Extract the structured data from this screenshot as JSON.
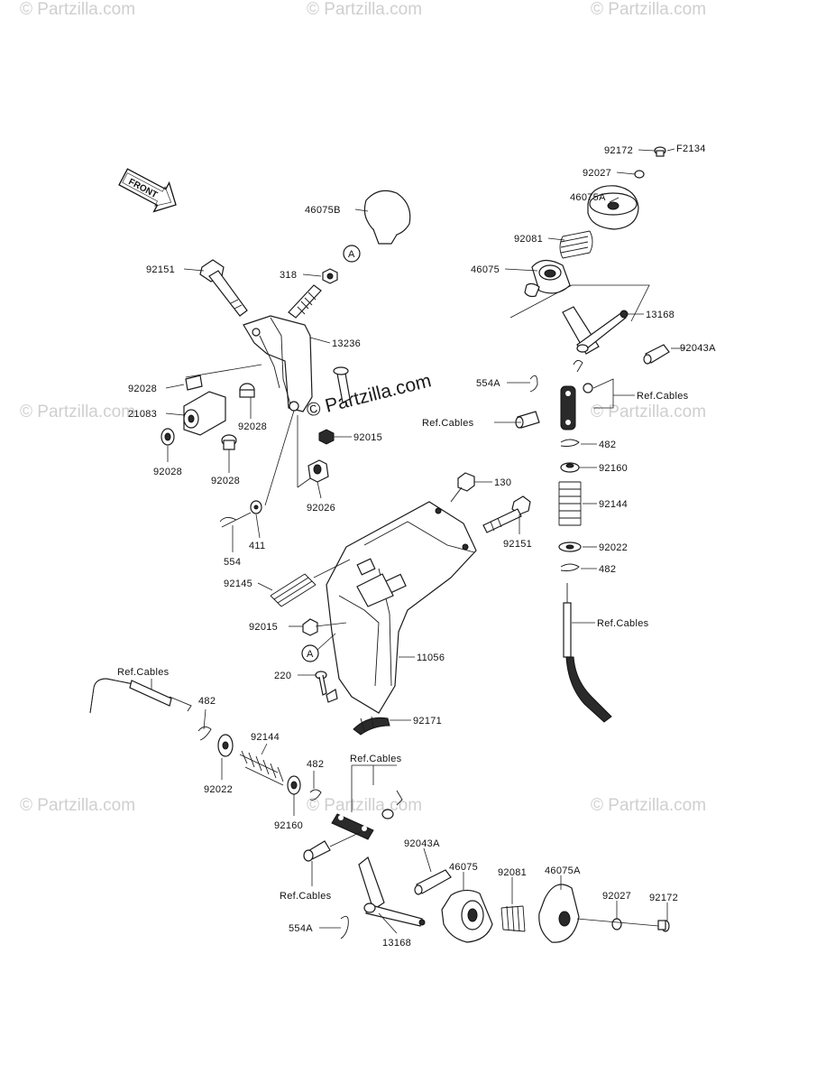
{
  "watermarks": [
    "© Partzilla.com",
    "© Partzilla.com",
    "© Partzilla.com",
    "© Partzilla.com",
    "© Partzilla.com",
    "© Partzilla.com",
    "© Partzilla.com",
    "© Partzilla.com",
    "© Partzilla.com"
  ],
  "center_watermark": "© Partzilla.com",
  "front_label": "FRONT",
  "ref_A": "A",
  "labels": {
    "p92172_top": "92172",
    "pF2134": "F2134",
    "p92027_top": "92027",
    "p46075A_top": "46075A",
    "p92081_top": "92081",
    "p46075_top": "46075",
    "p13168_top": "13168",
    "p92043A_top": "92043A",
    "p554A_top": "554A",
    "pRefCables_1": "Ref.Cables",
    "pRefCables_2": "Ref.Cables",
    "p482_a": "482",
    "p92160_top": "92160",
    "p92144_top": "92144",
    "p92022_top": "92022",
    "p482_b": "482",
    "pRefCables_3": "Ref.Cables",
    "p46075B": "46075B",
    "p318": "318",
    "p92151_left": "92151",
    "p13236": "13236",
    "p92028_a": "92028",
    "p21083": "21083",
    "p92028_b": "92028",
    "p92028_c": "92028",
    "p92028_d": "92028",
    "p92015_a": "92015",
    "p92026": "92026",
    "p554": "554",
    "p411": "411",
    "p130": "130",
    "p92151_right": "92151",
    "p92145": "92145",
    "p92015_b": "92015",
    "p11056": "11056",
    "p220": "220",
    "p92171": "92171",
    "pRefCables_4": "Ref.Cables",
    "p482_c": "482",
    "p92144_bot": "92144",
    "p92022_bot": "92022",
    "p92160_bot": "92160",
    "p482_d": "482",
    "pRefCables_5": "Ref.Cables",
    "p92043A_bot": "92043A",
    "p46075_bot": "46075",
    "p92081_bot": "92081",
    "p46075A_bot": "46075A",
    "p92027_bot": "92027",
    "p92172_bot": "92172",
    "pRefCables_6": "Ref.Cables",
    "p554A_bot": "554A",
    "p13168_bot": "13168"
  }
}
